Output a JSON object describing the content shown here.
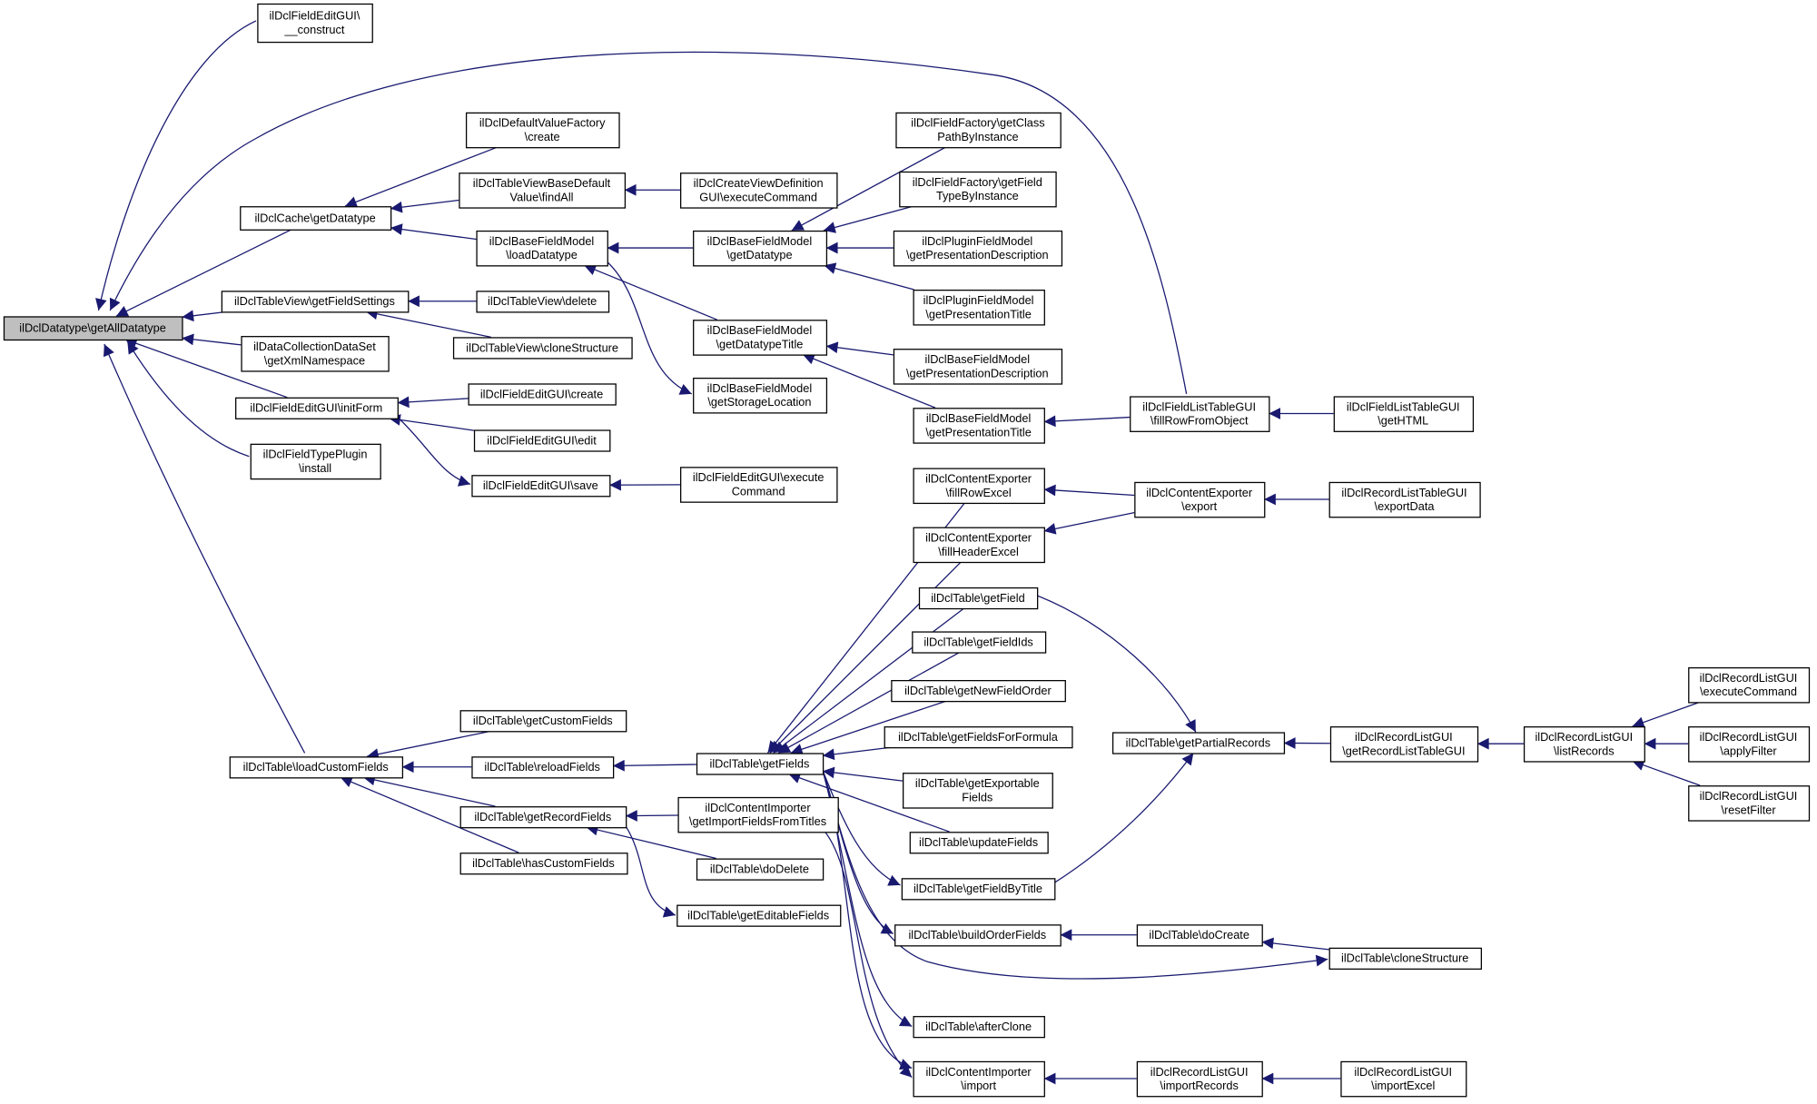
{
  "diagram": {
    "type": "call-graph",
    "edge_color": "#191970",
    "root_fill": "#bfbfbf",
    "nodes": [
      {
        "id": "root",
        "lines": [
          "ilDclDatatype\\getAllDatatype"
        ],
        "root": true
      },
      {
        "id": "fegConstruct",
        "lines": [
          "ilDclFieldEditGUI\\",
          "__construct"
        ]
      },
      {
        "id": "cacheGetDatatype",
        "lines": [
          "ilDclCache\\getDatatype"
        ]
      },
      {
        "id": "dvfCreate",
        "lines": [
          "ilDclDefaultValueFactory",
          "\\create"
        ]
      },
      {
        "id": "tvbdvFindAll",
        "lines": [
          "ilDclTableViewBaseDefault",
          "Value\\findAll"
        ]
      },
      {
        "id": "cvdExec",
        "lines": [
          "ilDclCreateViewDefinition",
          "GUI\\executeCommand"
        ]
      },
      {
        "id": "bfmLoadDatatype",
        "lines": [
          "ilDclBaseFieldModel",
          "\\loadDatatype"
        ]
      },
      {
        "id": "bfmGetDatatype",
        "lines": [
          "ilDclBaseFieldModel",
          "\\getDatatype"
        ]
      },
      {
        "id": "ffGetClass",
        "lines": [
          "ilDclFieldFactory\\getClass",
          "PathByInstance"
        ]
      },
      {
        "id": "ffGetFieldType",
        "lines": [
          "ilDclFieldFactory\\getField",
          "TypeByInstance"
        ]
      },
      {
        "id": "pfmGetPresDesc",
        "lines": [
          "ilDclPluginFieldModel",
          "\\getPresentationDescription"
        ]
      },
      {
        "id": "pfmGetPresTitle",
        "lines": [
          "ilDclPluginFieldModel",
          "\\getPresentationTitle"
        ]
      },
      {
        "id": "tvGetFieldSettings",
        "lines": [
          "ilDclTableView\\getFieldSettings"
        ]
      },
      {
        "id": "tvDelete",
        "lines": [
          "ilDclTableView\\delete"
        ]
      },
      {
        "id": "tvCloneStructure",
        "lines": [
          "ilDclTableView\\cloneStructure"
        ]
      },
      {
        "id": "bfmGetDatatypeTitle",
        "lines": [
          "ilDclBaseFieldModel",
          "\\getDatatypeTitle"
        ]
      },
      {
        "id": "bfmGetPresDesc",
        "lines": [
          "ilDclBaseFieldModel",
          "\\getPresentationDescription"
        ]
      },
      {
        "id": "dcdsGetXml",
        "lines": [
          "ilDataCollectionDataSet",
          "\\getXmlNamespace"
        ]
      },
      {
        "id": "bfmGetStorage",
        "lines": [
          "ilDclBaseFieldModel",
          "\\getStorageLocation"
        ]
      },
      {
        "id": "fegInitForm",
        "lines": [
          "ilDclFieldEditGUI\\initForm"
        ]
      },
      {
        "id": "fegCreate",
        "lines": [
          "ilDclFieldEditGUI\\create"
        ]
      },
      {
        "id": "bfmGetPresTitle",
        "lines": [
          "ilDclBaseFieldModel",
          "\\getPresentationTitle"
        ]
      },
      {
        "id": "fltgFillRow",
        "lines": [
          "ilDclFieldListTableGUI",
          "\\fillRowFromObject"
        ]
      },
      {
        "id": "fltgGetHTML",
        "lines": [
          "ilDclFieldListTableGUI",
          "\\getHTML"
        ]
      },
      {
        "id": "fegEdit",
        "lines": [
          "ilDclFieldEditGUI\\edit"
        ]
      },
      {
        "id": "ftpInstall",
        "lines": [
          "ilDclFieldTypePlugin",
          "\\install"
        ]
      },
      {
        "id": "fegSave",
        "lines": [
          "ilDclFieldEditGUI\\save"
        ]
      },
      {
        "id": "fegExecCommand",
        "lines": [
          "ilDclFieldEditGUI\\execute",
          "Command"
        ]
      },
      {
        "id": "ceFillRowExcel",
        "lines": [
          "ilDclContentExporter",
          "\\fillRowExcel"
        ]
      },
      {
        "id": "ceExport",
        "lines": [
          "ilDclContentExporter",
          "\\export"
        ]
      },
      {
        "id": "rltgExportData",
        "lines": [
          "ilDclRecordListTableGUI",
          "\\exportData"
        ]
      },
      {
        "id": "ceFillHeaderExcel",
        "lines": [
          "ilDclContentExporter",
          "\\fillHeaderExcel"
        ]
      },
      {
        "id": "tGetField",
        "lines": [
          "ilDclTable\\getField"
        ]
      },
      {
        "id": "tGetFieldIds",
        "lines": [
          "ilDclTable\\getFieldIds"
        ]
      },
      {
        "id": "tGetNewFieldOrder",
        "lines": [
          "ilDclTable\\getNewFieldOrder"
        ]
      },
      {
        "id": "rlgExecCommand",
        "lines": [
          "ilDclRecordListGUI",
          "\\executeCommand"
        ]
      },
      {
        "id": "tGetCustomFields",
        "lines": [
          "ilDclTable\\getCustomFields"
        ]
      },
      {
        "id": "tGetFieldsForFormula",
        "lines": [
          "ilDclTable\\getFieldsForFormula"
        ]
      },
      {
        "id": "tGetPartialRecords",
        "lines": [
          "ilDclTable\\getPartialRecords"
        ]
      },
      {
        "id": "rlgGetRLTG",
        "lines": [
          "ilDclRecordListGUI",
          "\\getRecordListTableGUI"
        ]
      },
      {
        "id": "rlgListRecords",
        "lines": [
          "ilDclRecordListGUI",
          "\\listRecords"
        ]
      },
      {
        "id": "rlgApplyFilter",
        "lines": [
          "ilDclRecordListGUI",
          "\\applyFilter"
        ]
      },
      {
        "id": "tLoadCustomFields",
        "lines": [
          "ilDclTable\\loadCustomFields"
        ]
      },
      {
        "id": "tReloadFields",
        "lines": [
          "ilDclTable\\reloadFields"
        ]
      },
      {
        "id": "tGetFields",
        "lines": [
          "ilDclTable\\getFields"
        ]
      },
      {
        "id": "tGetExportable",
        "lines": [
          "ilDclTable\\getExportable",
          "Fields"
        ]
      },
      {
        "id": "tGetRecordFields",
        "lines": [
          "ilDclTable\\getRecordFields"
        ]
      },
      {
        "id": "ciGetImport",
        "lines": [
          "ilDclContentImporter",
          "\\getImportFieldsFromTitles"
        ]
      },
      {
        "id": "rlgResetFilter",
        "lines": [
          "ilDclRecordListGUI",
          "\\resetFilter"
        ]
      },
      {
        "id": "tUpdateFields",
        "lines": [
          "ilDclTable\\updateFields"
        ]
      },
      {
        "id": "tHasCustomFields",
        "lines": [
          "ilDclTable\\hasCustomFields"
        ]
      },
      {
        "id": "tDoDelete",
        "lines": [
          "ilDclTable\\doDelete"
        ]
      },
      {
        "id": "tGetFieldByTitle",
        "lines": [
          "ilDclTable\\getFieldByTitle"
        ]
      },
      {
        "id": "tGetEditable",
        "lines": [
          "ilDclTable\\getEditableFields"
        ]
      },
      {
        "id": "tBuildOrder",
        "lines": [
          "ilDclTable\\buildOrderFields"
        ]
      },
      {
        "id": "tDoCreate",
        "lines": [
          "ilDclTable\\doCreate"
        ]
      },
      {
        "id": "tCloneStructure",
        "lines": [
          "ilDclTable\\cloneStructure"
        ]
      },
      {
        "id": "tAfterClone",
        "lines": [
          "ilDclTable\\afterClone"
        ]
      },
      {
        "id": "ciImport",
        "lines": [
          "ilDclContentImporter",
          "\\import"
        ]
      },
      {
        "id": "rlgImportRecords",
        "lines": [
          "ilDclRecordListGUI",
          "\\importRecords"
        ]
      },
      {
        "id": "rlgImportExcel",
        "lines": [
          "ilDclRecordListGUI",
          "\\importExcel"
        ]
      }
    ],
    "edges": [
      [
        "root",
        "fegConstruct"
      ],
      [
        "root",
        "cacheGetDatatype"
      ],
      [
        "root",
        "tvGetFieldSettings"
      ],
      [
        "root",
        "dcdsGetXml"
      ],
      [
        "root",
        "fegInitForm"
      ],
      [
        "root",
        "ftpInstall"
      ],
      [
        "root",
        "tLoadCustomFields"
      ],
      [
        "root",
        "fltgFillRow"
      ],
      [
        "cacheGetDatatype",
        "dvfCreate"
      ],
      [
        "cacheGetDatatype",
        "tvbdvFindAll"
      ],
      [
        "cacheGetDatatype",
        "bfmLoadDatatype"
      ],
      [
        "tvbdvFindAll",
        "cvdExec"
      ],
      [
        "bfmLoadDatatype",
        "bfmGetDatatype"
      ],
      [
        "bfmLoadDatatype",
        "bfmGetDatatypeTitle"
      ],
      [
        "bfmLoadDatatype",
        "bfmGetStorage"
      ],
      [
        "bfmGetDatatype",
        "ffGetClass"
      ],
      [
        "bfmGetDatatype",
        "ffGetFieldType"
      ],
      [
        "bfmGetDatatype",
        "pfmGetPresDesc"
      ],
      [
        "bfmGetDatatype",
        "pfmGetPresTitle"
      ],
      [
        "bfmGetDatatypeTitle",
        "bfmGetPresDesc"
      ],
      [
        "bfmGetDatatypeTitle",
        "bfmGetPresTitle"
      ],
      [
        "bfmGetPresTitle",
        "fltgFillRow"
      ],
      [
        "fltgFillRow",
        "fltgGetHTML"
      ],
      [
        "tvGetFieldSettings",
        "tvDelete"
      ],
      [
        "tvGetFieldSettings",
        "tvCloneStructure"
      ],
      [
        "fegInitForm",
        "fegCreate"
      ],
      [
        "fegInitForm",
        "fegEdit"
      ],
      [
        "fegInitForm",
        "fegSave"
      ],
      [
        "fegSave",
        "fegExecCommand"
      ],
      [
        "ceFillRowExcel",
        "ceExport"
      ],
      [
        "ceFillHeaderExcel",
        "ceExport"
      ],
      [
        "ceExport",
        "rltgExportData"
      ],
      [
        "tLoadCustomFields",
        "tGetCustomFields"
      ],
      [
        "tLoadCustomFields",
        "tReloadFields"
      ],
      [
        "tLoadCustomFields",
        "tGetRecordFields"
      ],
      [
        "tLoadCustomFields",
        "tHasCustomFields"
      ],
      [
        "tReloadFields",
        "tGetFields"
      ],
      [
        "tGetRecordFields",
        "ciGetImport"
      ],
      [
        "tGetRecordFields",
        "tDoDelete"
      ],
      [
        "tGetRecordFields",
        "tGetEditable"
      ],
      [
        "tGetFields",
        "ceFillRowExcel"
      ],
      [
        "tGetFields",
        "ceFillHeaderExcel"
      ],
      [
        "tGetFields",
        "tGetField"
      ],
      [
        "tGetFields",
        "tGetFieldIds"
      ],
      [
        "tGetFields",
        "tGetNewFieldOrder"
      ],
      [
        "tGetFields",
        "tGetFieldsForFormula"
      ],
      [
        "tGetFields",
        "tGetExportable"
      ],
      [
        "tGetFields",
        "tUpdateFields"
      ],
      [
        "tGetFields",
        "tGetFieldByTitle"
      ],
      [
        "tGetFields",
        "tBuildOrder"
      ],
      [
        "tGetFields",
        "tCloneStructure"
      ],
      [
        "tGetFields",
        "tAfterClone"
      ],
      [
        "tGetFields",
        "ciImport"
      ],
      [
        "ciGetImport",
        "ciImport"
      ],
      [
        "tGetField",
        "tGetPartialRecords"
      ],
      [
        "tGetFieldByTitle",
        "tGetPartialRecords"
      ],
      [
        "tGetPartialRecords",
        "rlgGetRLTG"
      ],
      [
        "rlgGetRLTG",
        "rlgListRecords"
      ],
      [
        "rlgListRecords",
        "rlgExecCommand"
      ],
      [
        "rlgListRecords",
        "rlgApplyFilter"
      ],
      [
        "rlgListRecords",
        "rlgResetFilter"
      ],
      [
        "tBuildOrder",
        "tDoCreate"
      ],
      [
        "tDoCreate",
        "tCloneStructure"
      ],
      [
        "ciImport",
        "rlgImportRecords"
      ],
      [
        "rlgImportRecords",
        "rlgImportExcel"
      ]
    ]
  }
}
